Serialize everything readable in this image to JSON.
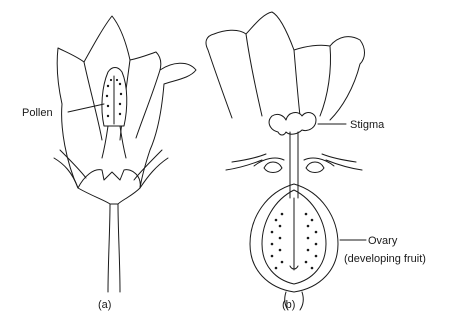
{
  "diagram": {
    "labels": {
      "pollen": "Pollen",
      "stigma": "Stigma",
      "ovary_line1": "Ovary",
      "ovary_line2": "(developing fruit)"
    },
    "panels": {
      "a": "(a)",
      "b": "(b)"
    }
  }
}
